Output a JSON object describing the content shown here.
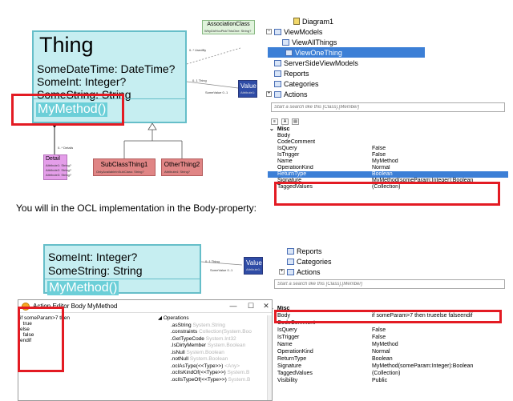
{
  "diagram": {
    "assoc_title": "AssociationClass",
    "assoc_sub": "WhyDidYouPickThisOne: String?",
    "thing_title": "Thing",
    "thing_attrs": [
      "SomeDateTime: DateTime?",
      "SomeInt: Integer?",
      "SomeString: String"
    ],
    "thing_op": "MyMethod()",
    "used_by_label": "0..* UsedBy",
    "thing_label_right": "0..1 Thing",
    "some_value_label": "SomeValue 0..1",
    "value_title": "Value",
    "value_sub": "Attribute1:",
    "details_label": "0..* Details",
    "detail_title": "Detail",
    "detail_attrs": [
      "Attribute1: String?",
      "Attribute2: String?",
      "Attribute3: String?"
    ],
    "sub1_title": "SubClassThing1",
    "sub1_attr": "OnlyAvailableInSubClass: String?",
    "other_title": "OtherThing2",
    "other_attr": "Attribute4: String?"
  },
  "tree": {
    "items": [
      {
        "label": "Diagram1",
        "icon": "diagram-icon",
        "indent": 2,
        "selected": false
      },
      {
        "label": "ViewModels",
        "icon": "folder-icon",
        "indent": 0,
        "selected": false,
        "expander": "−"
      },
      {
        "label": "ViewAllThings",
        "icon": "viewmodel-icon",
        "indent": 1,
        "selected": false
      },
      {
        "label": "ViewOneThing",
        "icon": "viewmodel-icon",
        "indent": 1,
        "selected": true
      },
      {
        "label": "ServerSideViewModels",
        "icon": "folder-icon",
        "indent": 0,
        "selected": false
      },
      {
        "label": "Reports",
        "icon": "folder-icon",
        "indent": 0,
        "selected": false
      },
      {
        "label": "Categories",
        "icon": "folder-icon",
        "indent": 0,
        "selected": false
      },
      {
        "label": "Actions",
        "icon": "folder-icon",
        "indent": 0,
        "selected": false,
        "expander": "+"
      }
    ],
    "search_placeholder": "Start a search like this [Class].[Member]"
  },
  "props_top": {
    "category": "Misc",
    "rows": [
      {
        "name": "Body",
        "value": ""
      },
      {
        "name": "CodeComment",
        "value": ""
      },
      {
        "name": "IsQuery",
        "value": "False"
      },
      {
        "name": "IsTrigger",
        "value": "False"
      },
      {
        "name": "Name",
        "value": "MyMethod"
      },
      {
        "name": "OperationKind",
        "value": "Normal"
      },
      {
        "name": "ReturnType",
        "value": "Boolean"
      },
      {
        "name": "Signature",
        "value": "MyMethod(someParam:Integer):Boolean"
      },
      {
        "name": "TaggedValues",
        "value": "(Collection)"
      }
    ]
  },
  "caption": "You will in the OCL implementation in the Body-property:",
  "diagram2": {
    "attrs": [
      "SomeInt: Integer?",
      "SomeString: String"
    ],
    "op": "MyMethod()",
    "thing_label_right": "0..1 Thing",
    "some_value_label": "SomeValue 0..1",
    "value_title": "Value",
    "value_sub": "Attribute1:"
  },
  "tree2": {
    "items": [
      {
        "label": "Reports",
        "icon": "folder-icon"
      },
      {
        "label": "Categories",
        "icon": "folder-icon"
      },
      {
        "label": "Actions",
        "icon": "folder-icon",
        "expander": "+"
      }
    ],
    "search_placeholder": "Start a search like this [Class].[Member]"
  },
  "editor": {
    "title": "Action Editor Body MyMethod",
    "minimize": "—",
    "maximize": "☐",
    "close": "✕",
    "code": "if someParam>7 then\n  true\nelse\n  false\nendif",
    "ops_header": "Operations",
    "ops": [
      {
        "name": ".asString",
        "type": "System.String"
      },
      {
        "name": ".constraints",
        "type": "Collection(System.Boo"
      },
      {
        "name": ".GetTypeCode",
        "type": "System.Int32"
      },
      {
        "name": ".IsDirtyMember",
        "type": "System.Boolean"
      },
      {
        "name": ".isNull",
        "type": "System.Boolean"
      },
      {
        "name": ".notNull",
        "type": "System.Boolean"
      },
      {
        "name": ".oclAsType(<<Type>>)",
        "type": "<Any>"
      },
      {
        "name": ".oclIsKindOf(<<Type>>)",
        "type": "System.B"
      },
      {
        "name": ".oclIsTypeOf(<<Type>>)",
        "type": "System.B"
      }
    ]
  },
  "props_bottom": {
    "category": "Misc",
    "rows": [
      {
        "name": "Body",
        "value": "if someParam>7 then trueelse falseendif"
      },
      {
        "name": "CodeComment",
        "value": ""
      },
      {
        "name": "IsQuery",
        "value": "False"
      },
      {
        "name": "IsTrigger",
        "value": "False"
      },
      {
        "name": "Name",
        "value": "MyMethod"
      },
      {
        "name": "OperationKind",
        "value": "Normal"
      },
      {
        "name": "ReturnType",
        "value": "Boolean"
      },
      {
        "name": "Signature",
        "value": "MyMethod(someParam:Integer):Boolean"
      },
      {
        "name": "TaggedValues",
        "value": "(Collection)"
      },
      {
        "name": "Visibility",
        "value": "Public"
      }
    ]
  },
  "colors": {
    "highlight": "#e31b23",
    "selection": "#3c7fd6",
    "class_fill": "#c6eef1",
    "class_border": "#66bec9"
  }
}
